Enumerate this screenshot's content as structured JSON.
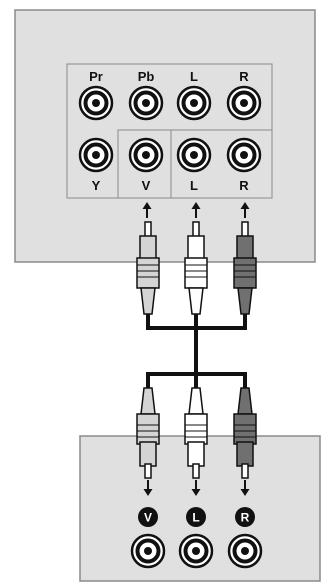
{
  "top_panel": {
    "labels_top": [
      "Pr",
      "Pb",
      "L",
      "R"
    ],
    "labels_bottom": [
      "Y",
      "V",
      "L",
      "R"
    ]
  },
  "bottom_panel": {
    "badge_labels": [
      "V",
      "L",
      "R"
    ]
  },
  "colors": {
    "panel_fill": "#e0e0e0",
    "panel_border": "#8a8a8a",
    "cable": "#111111",
    "plug_video": "#d4d4d4",
    "plug_audio_left": "#ffffff",
    "plug_audio_right": "#707070",
    "badge": "#111111"
  },
  "icons": {
    "jack": "rca-jack-icon",
    "plug": "rca-plug-icon",
    "arrow": "arrow-icon"
  }
}
